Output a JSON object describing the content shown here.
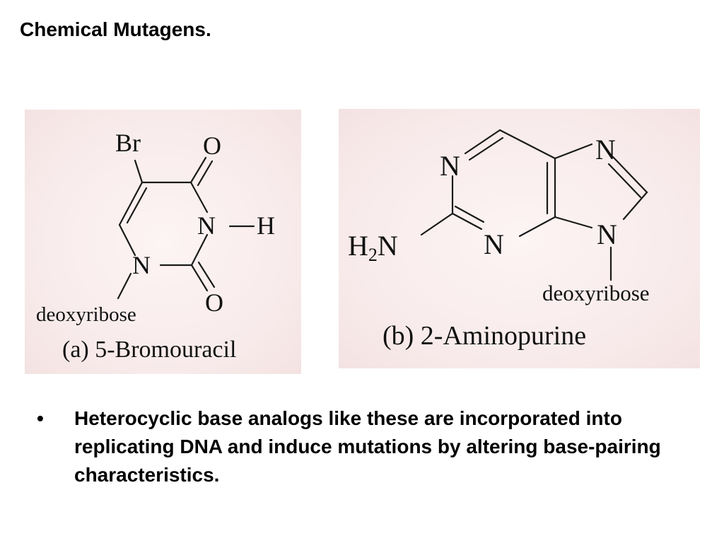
{
  "slide": {
    "title": "Chemical Mutagens."
  },
  "molecule_a": {
    "caption": "(a) 5-Bromouracil",
    "atoms": {
      "br": "Br",
      "o_top": "O",
      "n_h": "N",
      "h": "H",
      "n_ring": "N",
      "o_bottom": "O"
    },
    "substituent": "deoxyribose"
  },
  "molecule_b": {
    "caption": "(b) 2-Aminopurine",
    "atoms": {
      "n1": "N",
      "n3": "N",
      "n7": "N",
      "n9": "N",
      "amine_h": "H",
      "amine_sub": "2",
      "amine_n": "N"
    },
    "substituent": "deoxyribose"
  },
  "bullets": [
    {
      "mark": "•",
      "text": "Heterocyclic base analogs like these are incorporated into replicating DNA and induce mutations by altering base-pairing characteristics."
    }
  ]
}
